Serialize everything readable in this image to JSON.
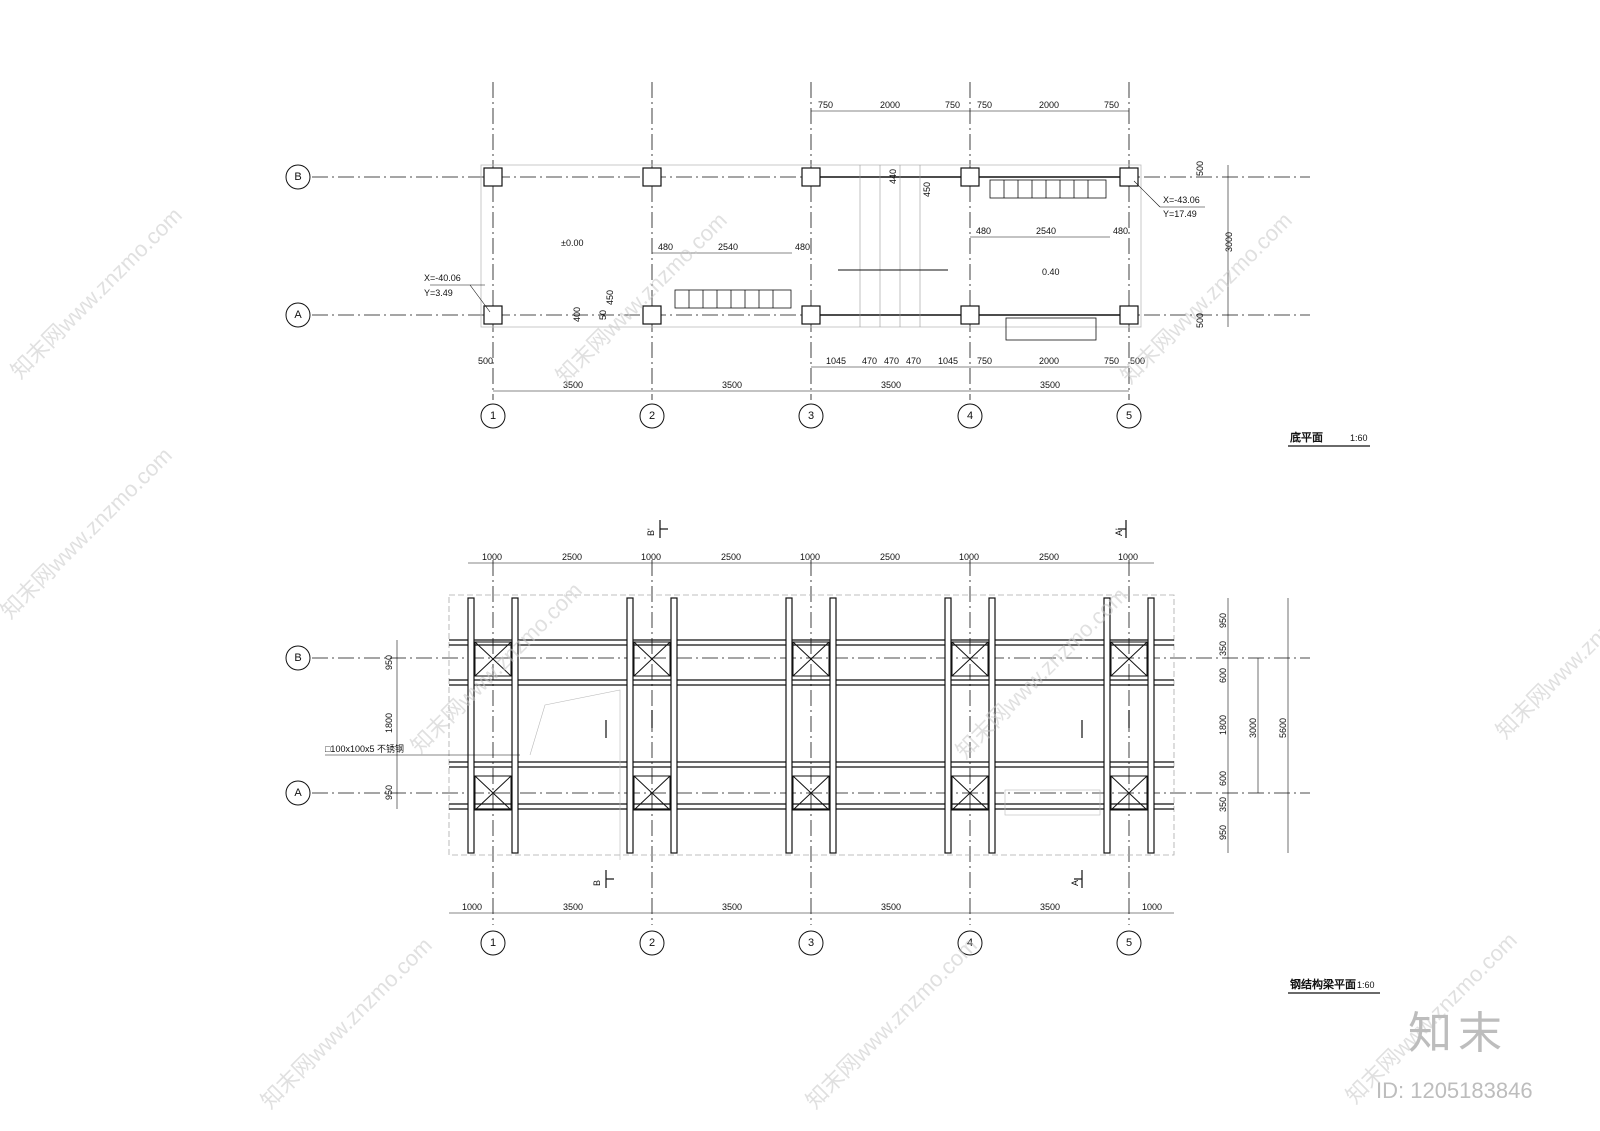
{
  "plan1": {
    "title": "底平面",
    "scale": "1:60",
    "axis_numbers": [
      "1",
      "2",
      "3",
      "4",
      "5"
    ],
    "axis_letters": [
      "B",
      "A"
    ],
    "bay_dims": [
      "3500",
      "3500",
      "3500",
      "3500"
    ],
    "edge_dim": "500",
    "top_dims": [
      "750",
      "2000",
      "750",
      "750",
      "2000",
      "750"
    ],
    "bottom_dims": [
      "1045",
      "470",
      "470",
      "470",
      "1045",
      "750",
      "2000",
      "750",
      "500"
    ],
    "left_inner_dims": [
      "480",
      "2540",
      "480"
    ],
    "right_inner_dims": [
      "480",
      "2540",
      "480"
    ],
    "right_dims": [
      "500",
      "3000",
      "500"
    ],
    "small_dims": [
      "440",
      "450",
      "400",
      "50",
      "450"
    ],
    "elev_left": "±0.00",
    "elev_right": "0.40",
    "coord_left": [
      "X=-40.06",
      "Y=3.49"
    ],
    "coord_right": [
      "X=-43.06",
      "Y=17.49"
    ]
  },
  "plan2": {
    "title": "钢结构梁平面",
    "scale": "1:60",
    "axis_numbers": [
      "1",
      "2",
      "3",
      "4",
      "5"
    ],
    "axis_letters": [
      "B",
      "A"
    ],
    "top_dims": [
      "1000",
      "2500",
      "1000",
      "2500",
      "1000",
      "2500",
      "1000",
      "2500",
      "1000"
    ],
    "bottom_dims": [
      "1000",
      "3500",
      "3500",
      "3500",
      "3500",
      "1000"
    ],
    "left_dims": [
      "950",
      "1800",
      "950"
    ],
    "right_dims": [
      "950",
      "350",
      "600",
      "1800",
      "600",
      "350",
      "950"
    ],
    "overall_dims": [
      "3000",
      "5600"
    ],
    "member_label": "□100x100x5 不锈钢",
    "section_labels": [
      "B'",
      "A'",
      "B",
      "A"
    ]
  },
  "watermark": "知末网www.znzmo.com",
  "brand": "知末",
  "id_text": "ID: 1205183846"
}
